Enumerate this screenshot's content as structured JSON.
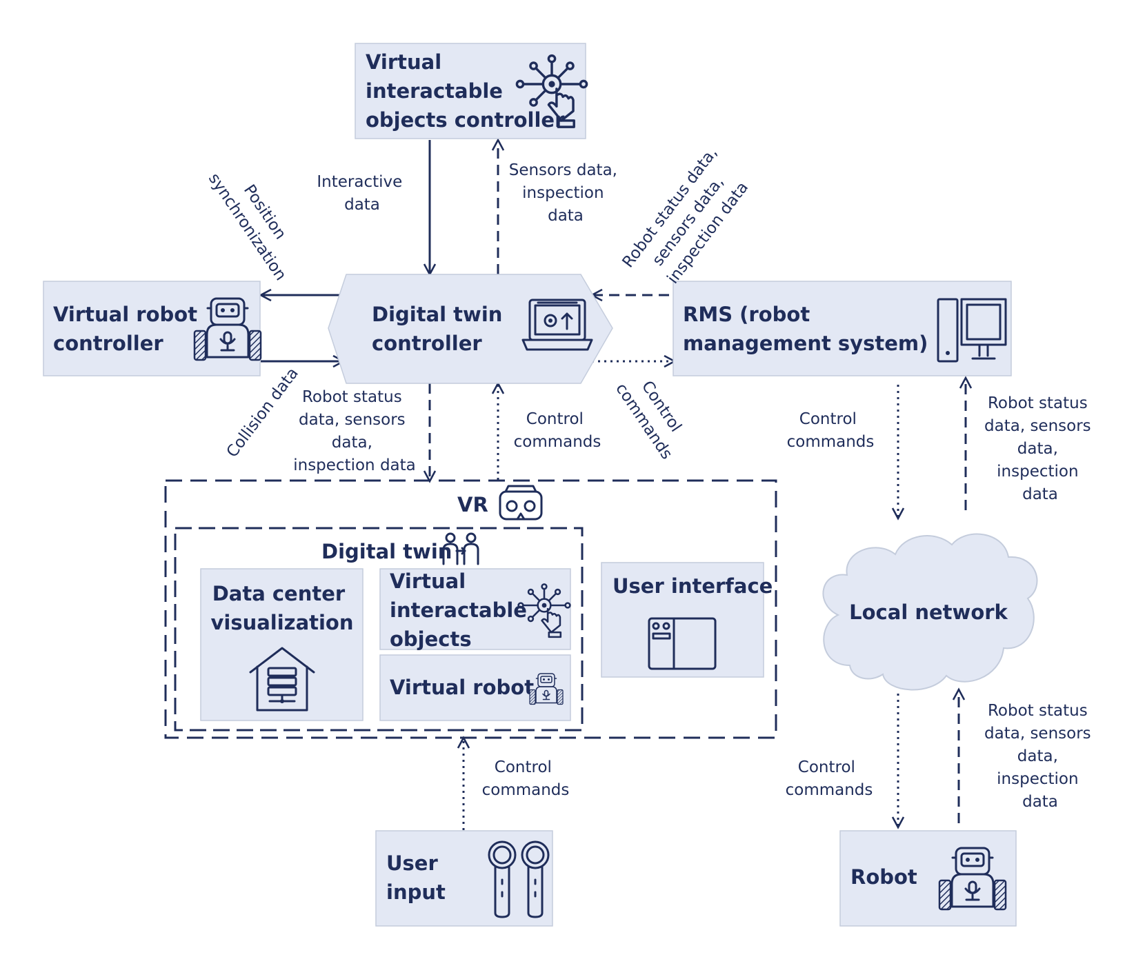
{
  "nodes": {
    "vio_controller": [
      "Virtual",
      "interactable",
      "objects controller"
    ],
    "virtual_robot_controller": [
      "Virtual robot",
      "controller"
    ],
    "dt_controller": [
      "Digital twin",
      "controller"
    ],
    "rms": [
      "RMS (robot",
      "management system)"
    ],
    "vr": "VR",
    "digital_twin": "Digital twin",
    "data_center_vis": [
      "Data center",
      "visualization"
    ],
    "vio": [
      "Virtual",
      "interactable",
      "objects"
    ],
    "virtual_robot": "Virtual robot",
    "user_interface": "User interface",
    "local_network": "Local network",
    "user_input": [
      "User",
      "input"
    ],
    "robot": "Robot"
  },
  "edges": {
    "interactive_data": [
      "Interactive",
      "data"
    ],
    "sensors_to_vio": [
      "Sensors data,",
      "inspection",
      "data"
    ],
    "position_sync": [
      "Position",
      "synchronization"
    ],
    "rms_to_dt": [
      "Robot status data,",
      "sensors data,",
      "inspection data"
    ],
    "collision": "Collision data",
    "dt_to_vr": [
      "Robot status",
      "data, sensors",
      "data,",
      "inspection data"
    ],
    "vr_to_dt": [
      "Control",
      "commands"
    ],
    "dt_to_rms": [
      "Control",
      "commands"
    ],
    "rms_to_net": [
      "Control",
      "commands"
    ],
    "net_to_rms": [
      "Robot status",
      "data, sensors",
      "data,",
      "inspection",
      "data"
    ],
    "input_to_vr": [
      "Control",
      "commands"
    ],
    "net_to_robot": [
      "Control",
      "commands"
    ],
    "robot_to_net": [
      "Robot status",
      "data, sensors",
      "data,",
      "inspection",
      "data"
    ]
  },
  "icons": {
    "vio_controller": "network-touch-icon",
    "virtual_robot_controller": "robot-icon",
    "dt_controller": "laptop-gear-icon",
    "rms": "desktop-computer-icon",
    "vr": "vr-headset-icon",
    "digital_twin": "twin-people-icon",
    "data_center_vis": "data-center-house-icon",
    "vio": "network-touch-icon",
    "virtual_robot": "robot-icon",
    "user_interface": "ui-panel-icon",
    "user_input": "vr-controllers-icon",
    "robot": "robot-icon"
  },
  "colors": {
    "ink": "#1f2d5a",
    "box_fill": "#e3e8f4",
    "box_stroke": "#c4ccdc"
  }
}
